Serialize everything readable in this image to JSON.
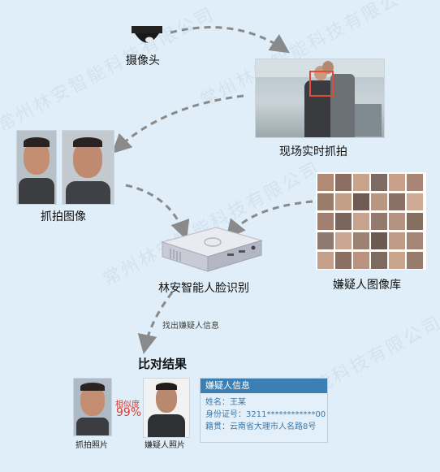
{
  "nodes": {
    "camera": "摄像头",
    "live_capture": "现场实时抓拍",
    "captured_images": "抓拍图像",
    "suspect_db": "嫌疑人图像库",
    "recognition": "林安智能人脸识别",
    "results": "比对结果"
  },
  "edges": {
    "find_suspect": "找出嫌疑人信息"
  },
  "result": {
    "captured_photo_label": "抓拍照片",
    "suspect_photo_label": "嫌疑人照片",
    "similarity_label": "相似度",
    "similarity_value": "99%"
  },
  "suspect_info": {
    "title": "嫌疑人信息",
    "name": "姓名：王某",
    "id_number": "身份证号：3211************00",
    "origin": "籍贯：云南省大理市人名路8号"
  },
  "watermark": "常州林安智能科技有限公司",
  "colors": {
    "background": "#dfeef8",
    "arrow": "#8a8a8a",
    "similarity": "#e03a2f",
    "info_header": "#3b7fb3"
  }
}
